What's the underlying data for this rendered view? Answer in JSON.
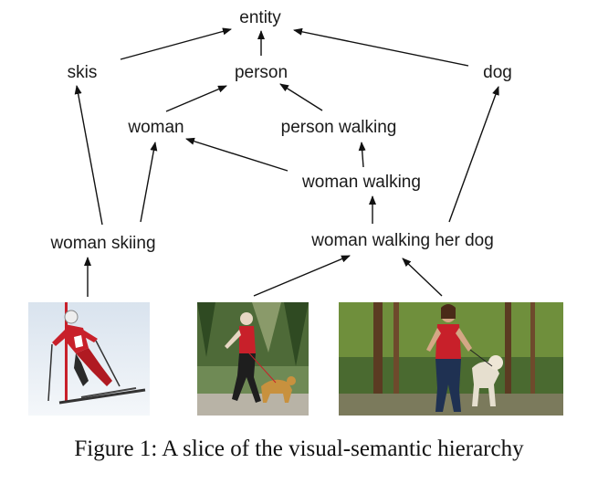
{
  "nodes": {
    "entity": "entity",
    "person": "person",
    "skis": "skis",
    "dog": "dog",
    "woman": "woman",
    "person_walking": "person walking",
    "woman_walking": "woman walking",
    "woman_skiing": "woman skiing",
    "woman_walking_her_dog": "woman walking her dog"
  },
  "edges": [
    [
      "skis",
      "entity"
    ],
    [
      "person",
      "entity"
    ],
    [
      "dog",
      "entity"
    ],
    [
      "woman",
      "person"
    ],
    [
      "person_walking",
      "person"
    ],
    [
      "woman_walking",
      "woman"
    ],
    [
      "woman_walking",
      "person_walking"
    ],
    [
      "woman_skiing",
      "skis"
    ],
    [
      "woman_skiing",
      "woman"
    ],
    [
      "woman_walking_her_dog",
      "woman_walking"
    ],
    [
      "woman_walking_her_dog",
      "dog"
    ],
    [
      "photo_skiing",
      "woman_skiing"
    ],
    [
      "photo_walking",
      "woman_walking_her_dog"
    ],
    [
      "photo_walking_dog",
      "woman_walking_her_dog"
    ]
  ],
  "caption": "Figure 1: A slice of the visual-semantic hierarchy",
  "colors": {
    "text": "#1a1a1a",
    "arrow": "#111111",
    "jacket_red": "#c8202a",
    "forest_green": "#3d5a2c",
    "snow": "#e8eef4"
  }
}
